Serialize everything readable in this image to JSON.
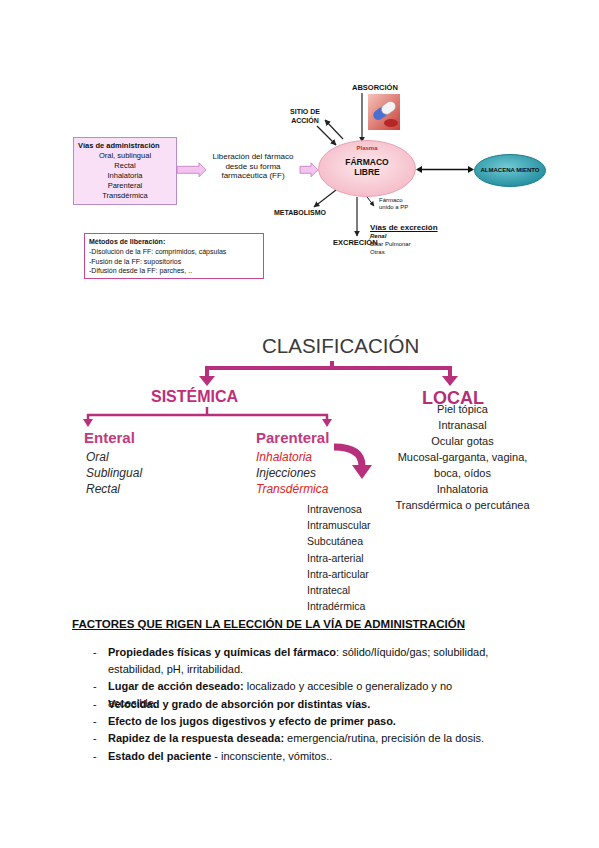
{
  "diagram": {
    "title": "CLASIFICACIÓN",
    "nodes": [
      {
        "text": [
          "Vías de administración",
          "Oral, sublingual",
          "Rectal",
          "Inhalatoria",
          "Parenteral",
          "Transdérmica"
        ]
      },
      {
        "text": [
          "Métodos de liberación:",
          "-Disolución de la FF: comprimidos, cápsulas",
          "-Fusión de la FF: supositorios",
          "-Difusión desde la FF: parches, .."
        ]
      },
      {
        "text": [
          "Plasma",
          "FÁRMACO LIBRE"
        ]
      },
      {
        "text": [
          "ALMACENA MIENTO"
        ]
      }
    ],
    "edges": [
      {
        "from": 0,
        "to": 2,
        "label": "Liberación del fármaco desde su forma farmacéutica (FF)",
        "arrow": "to"
      },
      {
        "from": 2,
        "to": 3,
        "arrow": "both"
      }
    ],
    "labels": [
      "SITIO DE ACCIÓN",
      "ABSORCIÓN",
      "Fármaco unido a PP",
      "METABOLISMO",
      "EXCRECIÓN",
      "Vías de excreción",
      "Renal",
      "Biliar Pulmonar",
      "Otras",
      "SISTÉMICA",
      "LOCAL",
      "Enteral",
      "Oral",
      "Sublingual",
      "Rectal",
      "Parenteral",
      "Inhalatoria",
      "Injecciones",
      "Transdérmica",
      "Intravenosa",
      "Intramuscular",
      "Subcutánea",
      "Intra-arterial",
      "Intra-articular",
      "Intratecal",
      "Intradérmica",
      "Piel tópica",
      "Intranasal",
      "Ocular gotas",
      "Mucosal-garganta, vagina, boca, oídos",
      "Inhalatoria",
      "Transdérmica o percutánea",
      "FACTORES QUE RIGEN LA ELECCIÓN DE LA VÍA DE ADMINISTRACIÓN",
      "-",
      "Propiedades físicas y químicas del fármaco",
      ": sólido/líquido/gas; solubilidad, estabilidad, pH, irritabilidad.",
      "-",
      "Lugar de acción deseado:",
      "localizado y accesible o generalizado y no accesible.",
      "-",
      "Velocidad y grado de absorción por distintas vías.",
      "-",
      "Efecto de los jugos digestivos y efecto de primer paso.",
      "-",
      "Rapidez de la respuesta deseada:",
      "emergencia/rutina, precisión de la dosis.",
      "-",
      "Estado del paciente",
      "- inconsciente, vómitos.."
    ]
  }
}
